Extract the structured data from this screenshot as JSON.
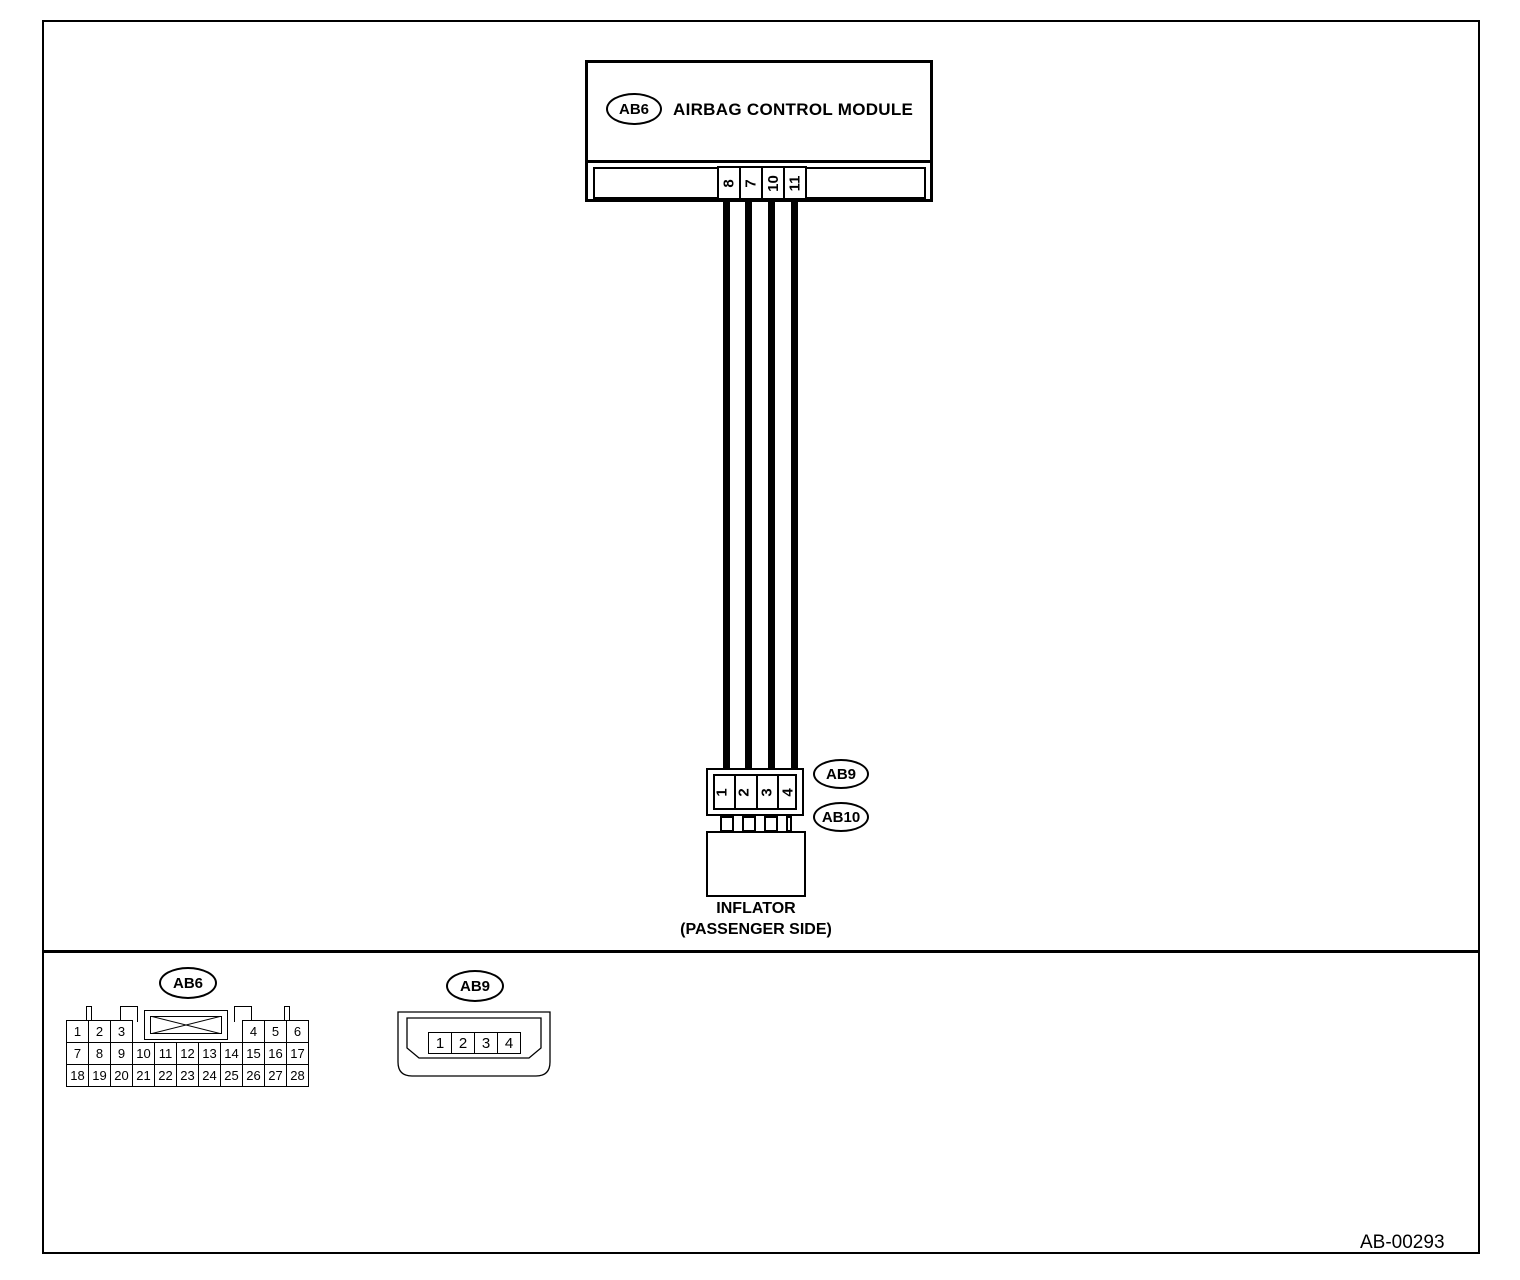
{
  "module": {
    "connector_tag": "AB6",
    "title": "AIRBAG CONTROL MODULE",
    "pins": [
      "8",
      "7",
      "10",
      "11"
    ]
  },
  "inflator": {
    "connector_tag_upper": "AB9",
    "connector_tag_lower": "AB10",
    "pins": [
      "1",
      "2",
      "3",
      "4"
    ],
    "label_line1": "INFLATOR",
    "label_line2": "(PASSENGER SIDE)"
  },
  "connector_views": {
    "ab6": {
      "tag": "AB6",
      "rows": [
        [
          "1",
          "2",
          "3",
          "4",
          "5",
          "6"
        ],
        [
          "7",
          "8",
          "9",
          "10",
          "11",
          "12",
          "13",
          "14",
          "15",
          "16",
          "17"
        ],
        [
          "18",
          "19",
          "20",
          "21",
          "22",
          "23",
          "24",
          "25",
          "26",
          "27",
          "28"
        ]
      ]
    },
    "ab9": {
      "tag": "AB9",
      "pins": [
        "1",
        "2",
        "3",
        "4"
      ]
    }
  },
  "figure_id": "AB-00293"
}
